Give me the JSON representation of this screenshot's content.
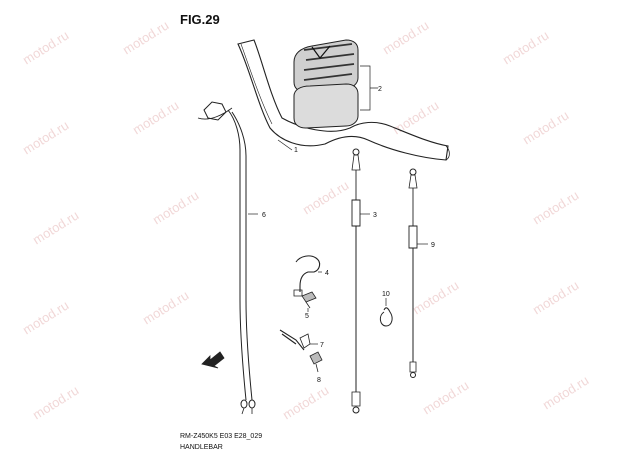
{
  "figure": {
    "title": "FIG.29",
    "code": "RM-Z450K5 E03 E28_029",
    "caption": "HANDLEBAR"
  },
  "watermark": "motod.ru",
  "callouts": [
    "1",
    "2",
    "3",
    "4",
    "5",
    "6",
    "7",
    "8",
    "9",
    "10"
  ],
  "colors": {
    "line": "#222222",
    "watermark": "#e6b8b8",
    "pad_fill": "#cccccc"
  }
}
